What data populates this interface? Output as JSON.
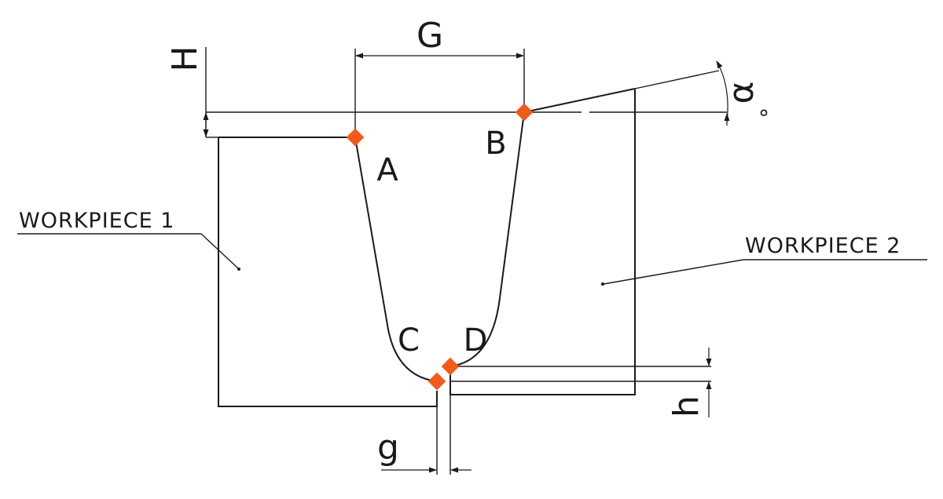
{
  "workpieces": {
    "left_label": "WORKPIECE 1",
    "right_label": "WORKPIECE 2"
  },
  "points": {
    "a": "A",
    "b": "B",
    "c": "C",
    "d": "D"
  },
  "dimensions": {
    "gap_top": "G",
    "height_top": "H",
    "angle": "α",
    "degree": "°",
    "gap_root": "g",
    "height_root": "h"
  },
  "colors": {
    "line": "#1a1a1a",
    "marker": "#f05a1a",
    "background": "#ffffff"
  }
}
